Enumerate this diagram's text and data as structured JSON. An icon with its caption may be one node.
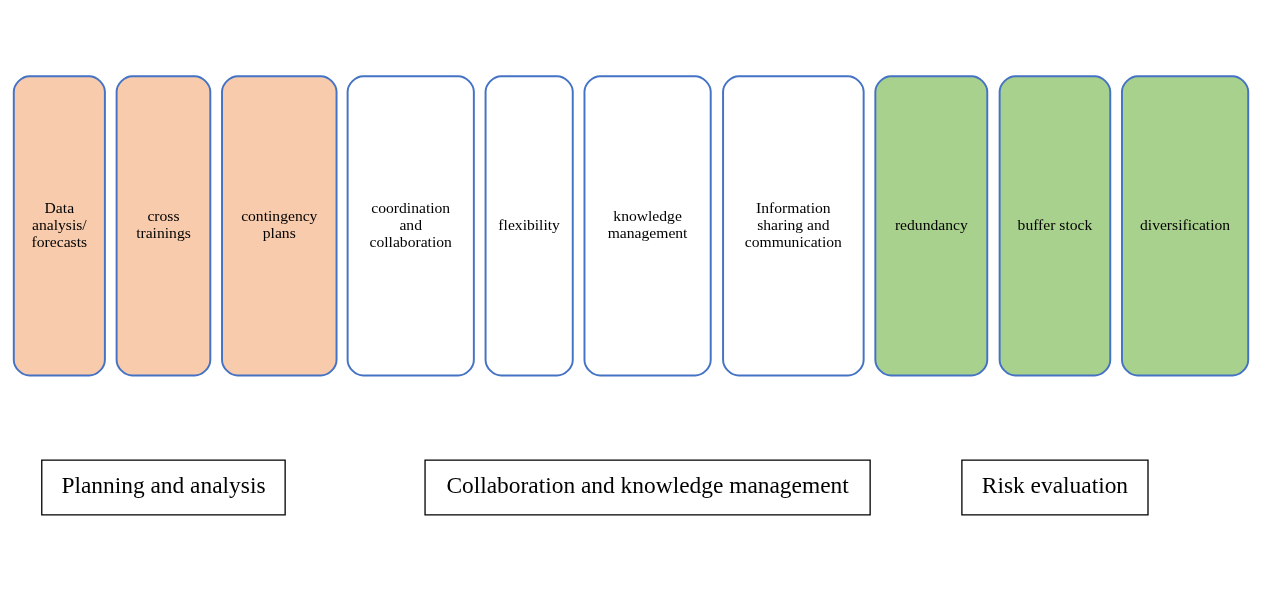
{
  "diagram": {
    "nodes": [
      {
        "text": [
          "Data analysis/ forecasts"
        ]
      },
      {
        "text": [
          "cross trainings"
        ]
      },
      {
        "text": [
          "contingency plans"
        ]
      },
      {
        "text": [
          "coordination and collaboration"
        ]
      },
      {
        "text": [
          "flexibility"
        ]
      },
      {
        "text": [
          "knowledge management"
        ]
      },
      {
        "text": [
          "Information sharing and communication"
        ]
      },
      {
        "text": [
          "redundancy"
        ]
      },
      {
        "text": [
          "buffer stock"
        ]
      },
      {
        "text": [
          "diversification"
        ]
      },
      {
        "text": [
          "Planning and analysis"
        ]
      },
      {
        "text": [
          "Collaboration and knowledge management"
        ]
      },
      {
        "text": [
          "Risk evaluation"
        ]
      }
    ]
  }
}
